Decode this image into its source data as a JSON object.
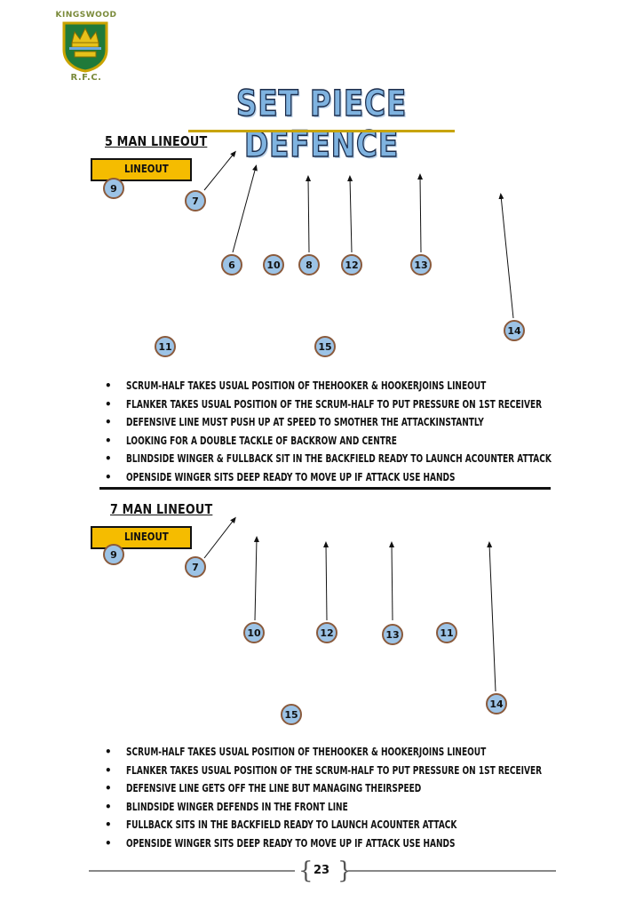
{
  "header": {
    "club_name_top": "KINGSWOOD",
    "club_name_bottom": "R.F.C.",
    "crest_icon": "crown-crest-icon",
    "crest_colors": {
      "shield": "#1f7a3a",
      "crown": "#e6c21a",
      "border": "#c9a300"
    },
    "title": "SET PIECE DEFENCE"
  },
  "sections": [
    {
      "heading": "5 MAN LINEOUT",
      "lineout_label": "LINEOUT",
      "players": [
        "9",
        "7",
        "6",
        "10",
        "8",
        "12",
        "13",
        "14",
        "11",
        "15"
      ],
      "bullets": [
        "SCRUM-HALF TAKES USUAL POSITION OF THEHOOKER & HOOKERJOINS LINEOUT",
        "FLANKER TAKES USUAL POSITION OF THE SCRUM-HALF TO PUT PRESSURE ON 1ST RECEIVER",
        "DEFENSIVE LINE MUST PUSH UP AT SPEED TO SMOTHER THE ATTACKINSTANTLY",
        "LOOKING FOR A DOUBLE TACKLE OF BACKROW AND CENTRE",
        "BLINDSIDE WINGER & FULLBACK SIT IN THE BACKFIELD READY TO LAUNCH ACOUNTER ATTACK",
        "OPENSIDE WINGER SITS DEEP READY TO MOVE UP IF ATTACK USE HANDS"
      ]
    },
    {
      "heading": "7 MAN LINEOUT",
      "lineout_label": "LINEOUT",
      "players": [
        "9",
        "7",
        "10",
        "12",
        "13",
        "11",
        "14",
        "15"
      ],
      "bullets": [
        "SCRUM-HALF TAKES USUAL POSITION OF THEHOOKER & HOOKERJOINS LINEOUT",
        "FLANKER TAKES USUAL POSITION OF THE SCRUM-HALF TO PUT PRESSURE ON 1ST RECEIVER",
        "DEFENSIVE LINE GETS OFF THE LINE BUT MANAGING THEIRSPEED",
        "BLINDSIDE WINGER DEFENDS IN THE FRONT LINE",
        "FULLBACK SITS IN THE BACKFIELD READY TO LAUNCH ACOUNTER ATTACK",
        "OPENSIDE WINGER SITS DEEP READY TO MOVE UP IF ATTACK USE HANDS"
      ]
    }
  ],
  "footer": {
    "page_number": "23"
  },
  "colors": {
    "title_fill": "#7fb3e0",
    "lineout_box": "#f5bc00",
    "player_fill": "#9cc3e6",
    "player_border": "#8a5a3c"
  }
}
